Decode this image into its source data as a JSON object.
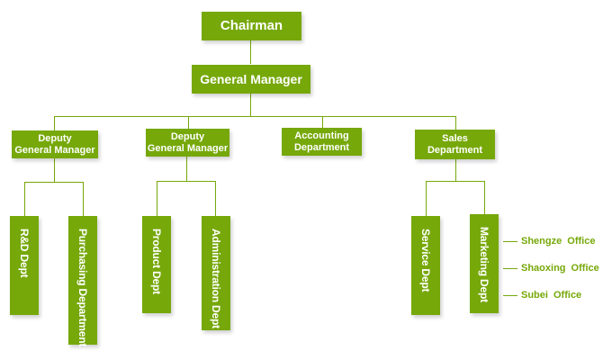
{
  "chart": {
    "chairman": "Chairman",
    "general_manager": "General Manager",
    "level2": [
      {
        "line1": "Deputy",
        "line2": "General Manager"
      },
      {
        "line1": "Deputy",
        "line2": "General Manager"
      },
      {
        "line1": "Accounting",
        "line2": "Department"
      },
      {
        "line1": "Sales",
        "line2": "Department"
      }
    ],
    "level3": [
      "R&D Dept",
      "Purchasing Department",
      "Product Dept",
      "Administration Dept",
      "Service Dept",
      "Marketing Dept"
    ],
    "offices": [
      "Shengze  Office",
      "Shaoxing  Office",
      "Subei  Office"
    ]
  },
  "colors": {
    "accent": "#76a80a",
    "text_on_accent": "#ffffff"
  }
}
